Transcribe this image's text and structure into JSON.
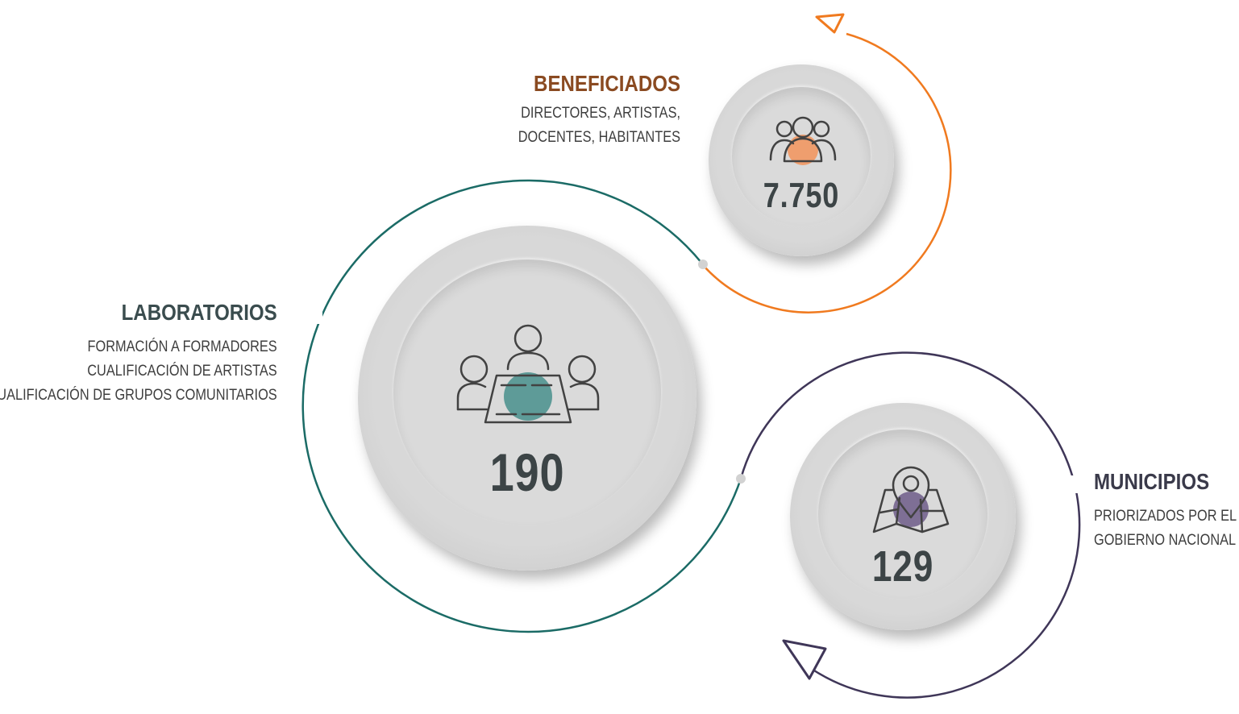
{
  "colors": {
    "beneficiados": "#f07a1f",
    "beneficiados_title": "#8a4a21",
    "laboratorios": "#1b6b66",
    "laboratorios_title": "#3a4c4e",
    "municipios": "#3f3658",
    "municipios_title": "#3a3a4a",
    "disc": "#dadada",
    "number": "#3c4446"
  },
  "beneficiados": {
    "title": "BENEFICIADOS",
    "lines": [
      "DIRECTORES, ARTISTAS,",
      "DOCENTES, HABITANTES"
    ],
    "value": "7.750",
    "icon": "people-group-icon"
  },
  "laboratorios": {
    "title": "LABORATORIOS",
    "lines": [
      "FORMACIÓN A FORMADORES",
      "CUALIFICACIÓN DE ARTISTAS",
      "CUALIFICACIÓN DE GRUPOS COMUNITARIOS"
    ],
    "value": "190",
    "icon": "meeting-table-icon"
  },
  "municipios": {
    "title": "MUNICIPIOS",
    "lines": [
      "PRIORIZADOS POR EL",
      "GOBIERNO NACIONAL"
    ],
    "value": "129",
    "icon": "map-pin-icon"
  }
}
